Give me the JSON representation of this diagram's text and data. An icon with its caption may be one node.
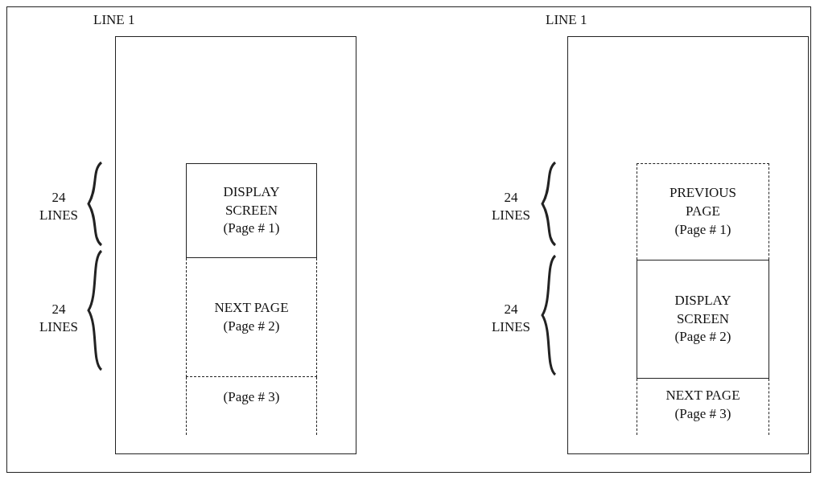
{
  "diagram": {
    "nodes": [
      {
        "text": [
          "LINE 1"
        ]
      },
      {
        "text": [
          "DISPLAY SCREEN",
          "(Page # 1)"
        ],
        "in": 0
      },
      {
        "text": [
          "NEXT PAGE",
          "(Page # 2)"
        ],
        "in": 0
      },
      {
        "text": [
          "(Page # 3)"
        ],
        "in": 0
      },
      {
        "text": [
          "LINE 1"
        ]
      },
      {
        "text": [
          "PREVIOUS PAGE",
          "(Page # 1)"
        ],
        "in": 4
      },
      {
        "text": [
          "DISPLAY SCREEN",
          "(Page # 2)"
        ],
        "in": 4
      },
      {
        "text": [
          "NEXT PAGE",
          "(Page # 3)"
        ],
        "in": 4
      }
    ],
    "edges": [],
    "labels": [
      "24 LINES",
      "24 LINES",
      "24 LINES",
      "24 LINES"
    ]
  }
}
